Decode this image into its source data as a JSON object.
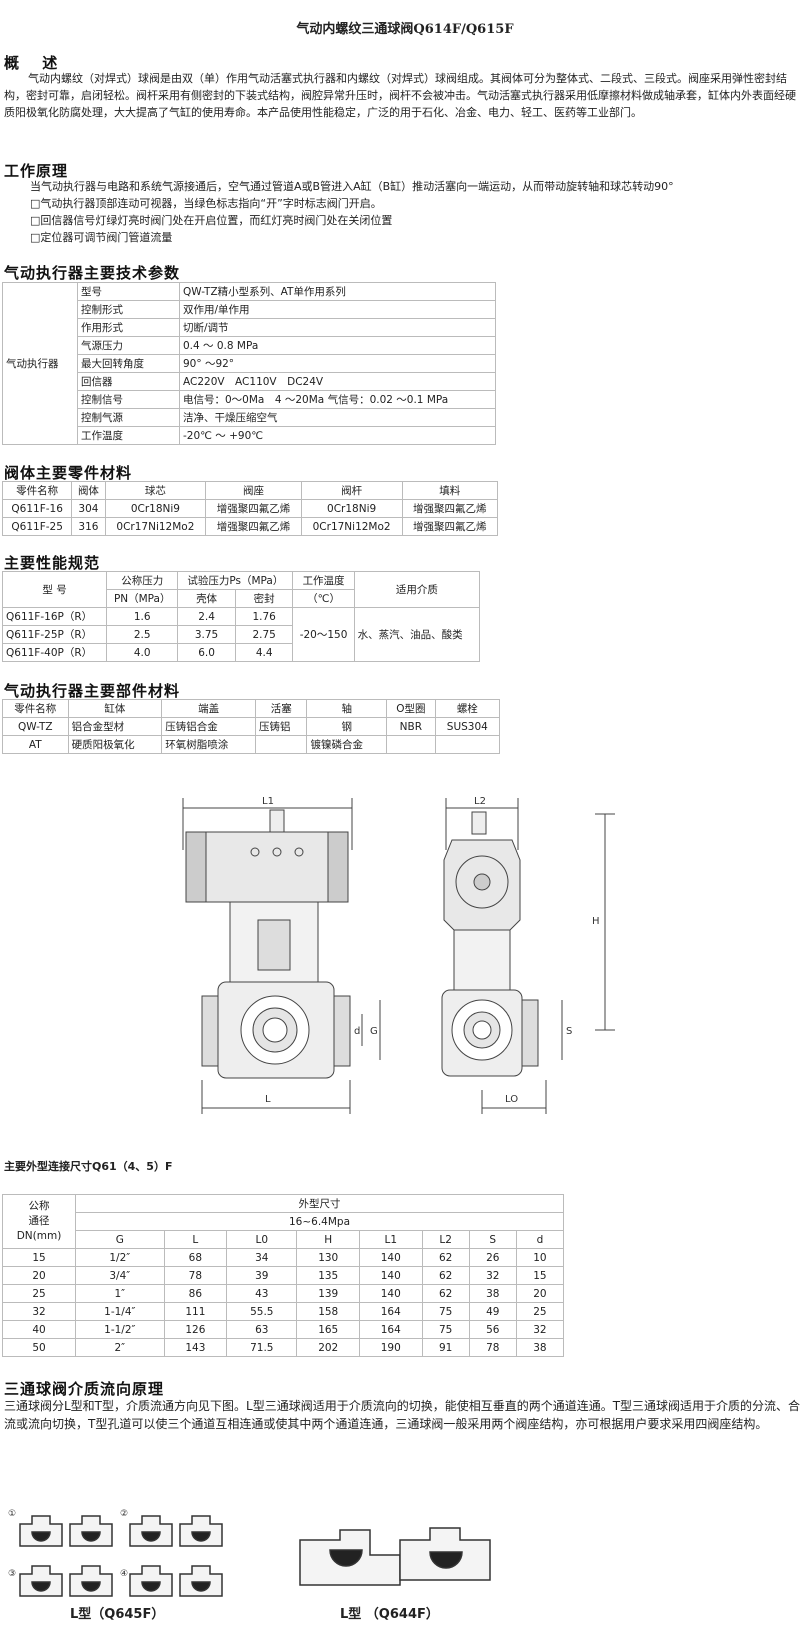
{
  "title": "气动内螺纹三通球阀Q614F/Q615F",
  "overview": {
    "heading": "概　 述",
    "text": "气动内螺纹（对焊式）球阀是由双（单）作用气动活塞式执行器和内螺纹（对焊式）球阀组成。其阀体可分为整体式、二段式、三段式。阀座采用弹性密封结构，密封可靠，启闭轻松。阀杆采用有侧密封的下装式结构，阀腔异常升压时，阀杆不会被冲击。气动活塞式执行器采用低摩擦材料做成轴承套，缸体内外表面经硬质阳极氧化防腐处理，大大提高了气缸的使用寿命。本产品使用性能稳定，广泛的用于石化、冶金、电力、轻工、医药等工业部门。"
  },
  "principle": {
    "heading": "工作原理",
    "lines": [
      "当气动执行器与电路和系统气源接通后，空气通过管道A或B管进入A缸（B缸）推动活塞向一端运动，从而带动旋转轴和球芯转动90°",
      "□气动执行器顶部连动可视器，当绿色标志指向“开”字时标志阀门开启。",
      "□回信器信号灯绿灯亮时阀门处在开启位置，而红灯亮时阀门处在关闭位置",
      "□定位器可调节阀门管道流量"
    ]
  },
  "actuator_params": {
    "heading": "气动执行器主要技术参数",
    "group": "气动执行器",
    "rows": [
      [
        "型号",
        "QW-TZ精小型系列、AT单作用系列"
      ],
      [
        "控制形式",
        "双作用/单作用"
      ],
      [
        "作用形式",
        "切断/调节"
      ],
      [
        "气源压力",
        "0.4 ～ 0.8 MPa"
      ],
      [
        "最大回转角度",
        "90° ～92°"
      ],
      [
        "回信器",
        "AC220V　AC110V　DC24V"
      ],
      [
        "控制信号",
        "电信号：0～0Ma　4 ～20Ma 气信号：0.02 ～0.1 MPa"
      ],
      [
        "控制气源",
        "洁净、干燥压缩空气"
      ],
      [
        "工作温度",
        "-20℃ ～ +90℃"
      ]
    ]
  },
  "body_materials": {
    "heading": "阀体主要零件材料",
    "header": [
      "零件名称",
      "阀体",
      "球芯",
      "阀座",
      "阀杆",
      "填料"
    ],
    "rows": [
      [
        "Q611F-16",
        "304",
        "0Cr18Ni9",
        "增强聚四氟乙烯",
        "0Cr18Ni9",
        "增强聚四氟乙烯"
      ],
      [
        "Q611F-25",
        "316",
        "0Cr17Ni12Mo2",
        "增强聚四氟乙烯",
        "0Cr17Ni12Mo2",
        "增强聚四氟乙烯"
      ]
    ]
  },
  "performance": {
    "heading": "主要性能规范",
    "h_model": "型 号",
    "h_pn1": "公称压力",
    "h_pn2": "PN（MPa）",
    "h_test": "试验压力Ps（MPa）",
    "h_shell": "壳体",
    "h_seal": "密封",
    "h_temp1": "工作温度",
    "h_temp2": "（℃）",
    "h_media": "适用介质",
    "rows": [
      [
        "Q611F-16P（R）",
        "1.6",
        "2.4",
        "1.76"
      ],
      [
        "Q611F-25P（R）",
        "2.5",
        "3.75",
        "2.75"
      ],
      [
        "Q611F-40P（R）",
        "4.0",
        "6.0",
        "4.4"
      ]
    ],
    "temp": "-20～150",
    "media": "水、蒸汽、油品、酸类"
  },
  "actuator_materials": {
    "heading": "气动执行器主要部件材料",
    "header": [
      "零件名称",
      "缸体",
      "端盖",
      "活塞",
      "轴",
      "O型圈",
      "螺栓"
    ],
    "rows": [
      [
        "QW-TZ",
        "铝合金型材",
        "压铸铝合金",
        "压铸铝",
        "钢",
        "NBR",
        "SUS304"
      ],
      [
        "AT",
        "硬质阳极氧化",
        "环氧树脂喷涂",
        "",
        "镀镍磷合金",
        "",
        ""
      ]
    ]
  },
  "drawing_labels": {
    "L1": "L1",
    "L2": "L2",
    "H": "H",
    "L": "L",
    "L0": "LO",
    "d": "d",
    "G": "G",
    "S": "S"
  },
  "dimensions": {
    "heading": "主要外型连接尺寸Q61（4、5）F",
    "h_dn1": "公称",
    "h_dn2": "通径",
    "h_dn3": "DN(mm)",
    "h_outer": "外型尺寸",
    "h_pressure": "16~6.4Mpa",
    "cols": [
      "G",
      "L",
      "L0",
      "H",
      "L1",
      "L2",
      "S",
      "d"
    ],
    "rows": [
      [
        "15",
        "1/2″",
        "68",
        "34",
        "130",
        "140",
        "62",
        "26",
        "10"
      ],
      [
        "20",
        "3/4″",
        "78",
        "39",
        "135",
        "140",
        "62",
        "32",
        "15"
      ],
      [
        "25",
        "1″",
        "86",
        "43",
        "139",
        "140",
        "62",
        "38",
        "20"
      ],
      [
        "32",
        "1-1/4″",
        "111",
        "55.5",
        "158",
        "164",
        "75",
        "49",
        "25"
      ],
      [
        "40",
        "1-1/2″",
        "126",
        "63",
        "165",
        "164",
        "75",
        "56",
        "32"
      ],
      [
        "50",
        "2″",
        "143",
        "71.5",
        "202",
        "190",
        "91",
        "78",
        "38"
      ]
    ]
  },
  "flow": {
    "heading": "三通球阀介质流向原理",
    "text": "三通球阀分L型和T型，介质流通方向见下图。L型三通球阀适用于介质流向的切换，能使相互垂直的两个通道连通。T型三通球阀适用于介质的分流、合流或流向切换，T型孔道可以使三个通道互相连通或使其中两个通道连通，三通球阀一般采用两个阀座结构，亦可根据用户要求采用四阀座结构。",
    "label_l": "L型（Q645F）",
    "label_t": "L型 （Q644F）",
    "nums": [
      "①",
      "②",
      "③",
      "④"
    ]
  }
}
